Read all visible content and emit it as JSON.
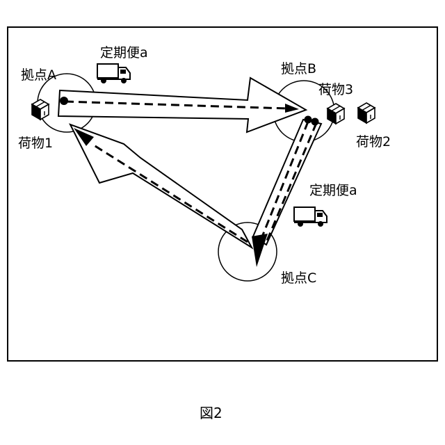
{
  "figure": {
    "caption": "図2",
    "hubs": [
      {
        "id": "A",
        "label": "拠点A"
      },
      {
        "id": "B",
        "label": "拠点B"
      },
      {
        "id": "C",
        "label": "拠点C"
      }
    ],
    "parcels": [
      {
        "id": "1",
        "label": "荷物1"
      },
      {
        "id": "2",
        "label": "荷物2"
      },
      {
        "id": "3",
        "label": "荷物3"
      }
    ],
    "trucks": [
      {
        "label": "定期便a"
      },
      {
        "label": "定期便a"
      }
    ]
  }
}
